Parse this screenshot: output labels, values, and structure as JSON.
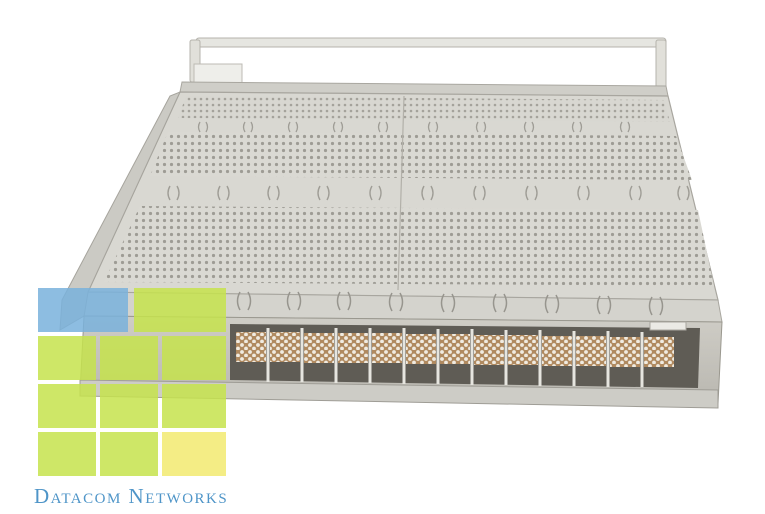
{
  "image": {
    "subject": "rack-mount-chassis-photo",
    "background": "#ffffff"
  },
  "chassis": {
    "body_color": "#d9d8d2",
    "shade_color": "#c6c5bf",
    "dark_color": "#8c8a84",
    "cage_color": "#b28c62",
    "handle_color": "#e6e6e1"
  },
  "logo": {
    "text": "Datacom Networks",
    "text_color": "#4f95c8",
    "tiles": [
      {
        "id": "tile-blue",
        "color": "#79b2dc"
      },
      {
        "id": "tile-green-1",
        "color": "#c6e34c"
      },
      {
        "id": "tile-green-2",
        "color": "#c6e34c"
      },
      {
        "id": "tile-green-3",
        "color": "#c6e34c"
      },
      {
        "id": "tile-green-4",
        "color": "#c6e34c"
      },
      {
        "id": "tile-green-5",
        "color": "#c6e34c"
      },
      {
        "id": "tile-green-6",
        "color": "#c6e34c"
      },
      {
        "id": "tile-green-7",
        "color": "#c6e34c"
      },
      {
        "id": "tile-green-8",
        "color": "#c6e34c"
      },
      {
        "id": "tile-yellow",
        "color": "#f3eb78"
      }
    ]
  }
}
